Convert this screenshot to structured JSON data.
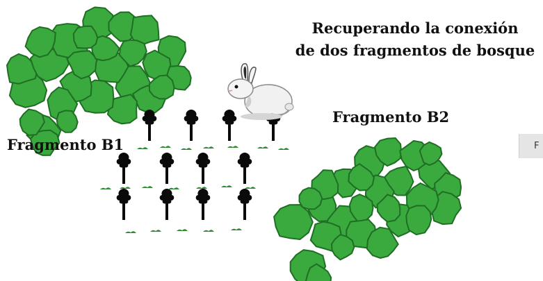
{
  "title": {
    "line1": "Recuperando la conexión",
    "line2": "de dos fragmentos de bosque"
  },
  "labels": {
    "fragment_b1": "Fragmento B1",
    "fragment_b2": "Fragmento B2",
    "side_tab": "F"
  },
  "colors": {
    "foliage": "#3aaa3f",
    "foliage_dark": "#1f6e24",
    "tree": "#0a0a0a",
    "grass": "#2f8a34",
    "side_tab": "#e5e5e5"
  },
  "icons": {
    "animal": "rabbit-icon",
    "tree": "tree-icon"
  }
}
